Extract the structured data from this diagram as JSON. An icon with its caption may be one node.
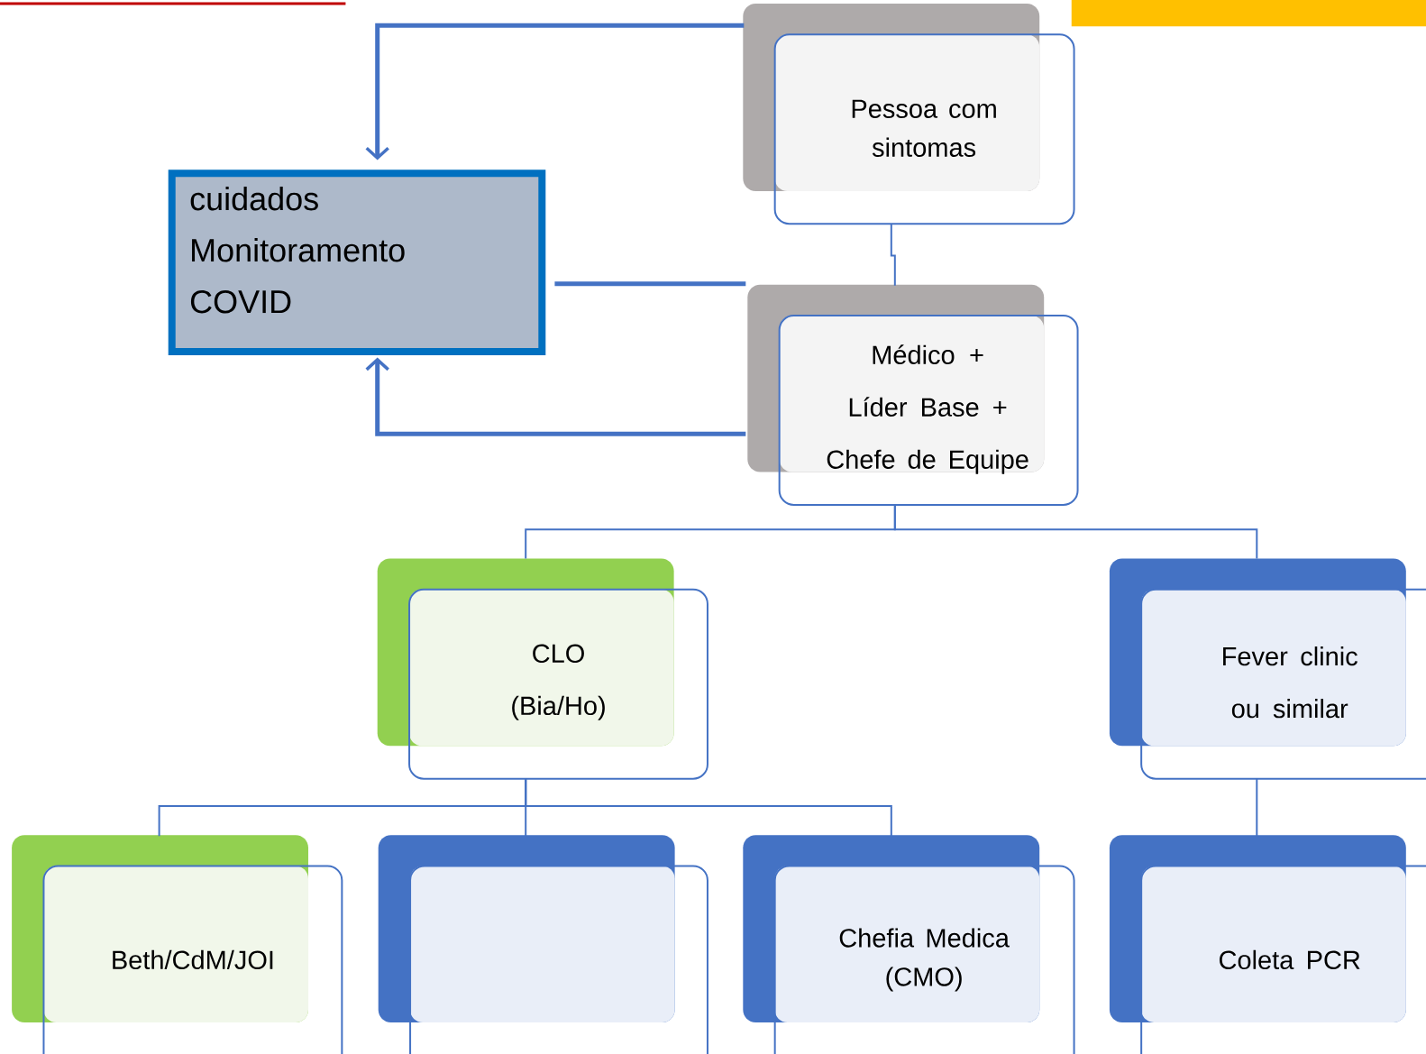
{
  "diagram": {
    "nodes": [
      {
        "text": [
          "cuidados Monitoramento COVID"
        ]
      },
      {
        "text": [
          "Pessoa com sintomas"
        ]
      },
      {
        "text": [
          "Médico +",
          "Líder Base +",
          "Chefe de Equipe"
        ]
      },
      {
        "text": [
          "CLO",
          "(Bia/Ho)"
        ]
      },
      {
        "text": [
          "Fever clinic",
          "ou similar"
        ]
      },
      {
        "text": [
          "Beth/CdM/JOI"
        ]
      },
      {
        "text": [],
        "shape": "box"
      },
      {
        "text": [
          "Chefia Medica (CMO)"
        ]
      },
      {
        "text": [
          "Coleta PCR"
        ]
      },
      {
        "text": [],
        "shape": "bar"
      }
    ],
    "edges": [
      {
        "from": 1,
        "to": 0,
        "arrow": "to",
        "style": "thick"
      },
      {
        "from": 2,
        "to": 0,
        "arrow": "none",
        "style": "thick"
      },
      {
        "from": 2,
        "to": 0,
        "arrow": "to",
        "style": "thick"
      },
      {
        "from": 1,
        "to": 2,
        "arrow": "none"
      },
      {
        "from": 2,
        "to": 3,
        "arrow": "none"
      },
      {
        "from": 2,
        "to": 4,
        "arrow": "none"
      },
      {
        "from": 3,
        "to": 5,
        "arrow": "none"
      },
      {
        "from": 3,
        "to": 6,
        "arrow": "none"
      },
      {
        "from": 3,
        "to": 7,
        "arrow": "none"
      },
      {
        "from": 4,
        "to": 8,
        "arrow": "none"
      }
    ]
  }
}
